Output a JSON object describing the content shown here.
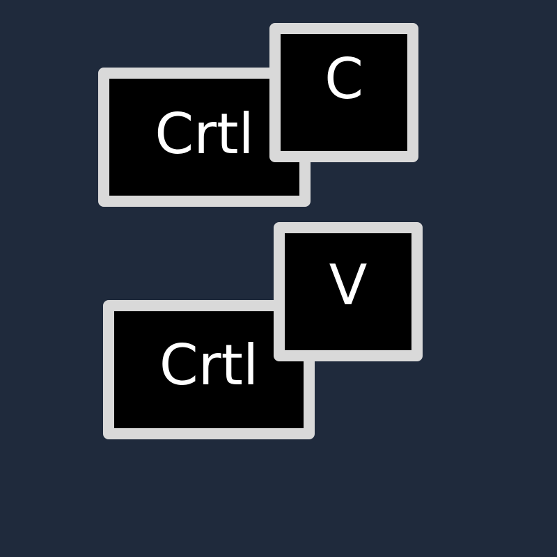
{
  "colors": {
    "background": "#1f2a3c",
    "key_face": "#000000",
    "key_border": "#d9d9d9",
    "key_text": "#ffffff"
  },
  "shortcuts": [
    {
      "modifier": "Crtl",
      "key": "C"
    },
    {
      "modifier": "Crtl",
      "key": "V"
    }
  ]
}
